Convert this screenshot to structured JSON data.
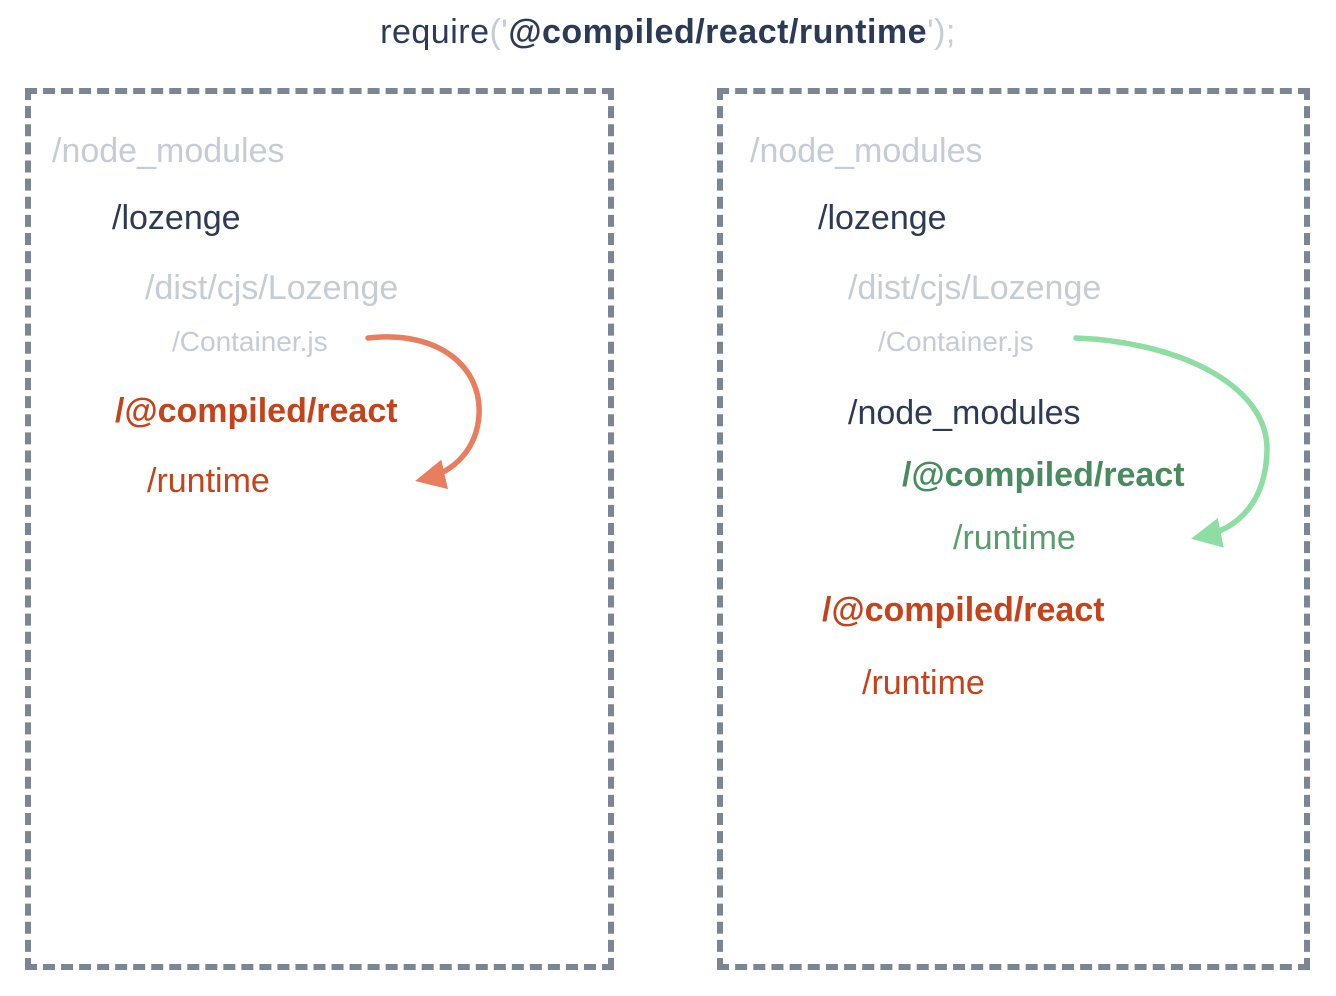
{
  "title": {
    "fn": "require",
    "open": "('",
    "module": "@compiled/react/runtime",
    "close": "');"
  },
  "left_panel": {
    "name": "resolution-fail",
    "rows": [
      {
        "text": "/node_modules"
      },
      {
        "text": "/lozenge"
      },
      {
        "text": "/dist/cjs/Lozenge"
      },
      {
        "text": "/Container.js"
      },
      {
        "text": "/@compiled/react"
      },
      {
        "text": "/runtime"
      }
    ]
  },
  "right_panel": {
    "name": "resolution-success",
    "rows": [
      {
        "text": "/node_modules"
      },
      {
        "text": "/lozenge"
      },
      {
        "text": "/dist/cjs/Lozenge"
      },
      {
        "text": "/Container.js"
      },
      {
        "text": "/node_modules"
      },
      {
        "text": "/@compiled/react"
      },
      {
        "text": "/runtime"
      },
      {
        "text": "/@compiled/react"
      },
      {
        "text": "/runtime"
      }
    ]
  },
  "arrows": [
    {
      "name": "resolve-arrow-fail",
      "from": "/Container.js",
      "to": "/runtime",
      "color": "#e87e5e"
    },
    {
      "name": "resolve-arrow-success",
      "from": "/Container.js",
      "to": "/runtime",
      "color": "#8edda3"
    }
  ],
  "colors": {
    "navy": "#2b3a55",
    "muted_gray": "#c6ccd6",
    "border_gray": "#7c8593",
    "red": "#c5431a",
    "green_dark": "#498a5e",
    "green": "#5a9c6b",
    "salmon_arrow": "#e87e5e",
    "green_arrow": "#8edda3"
  }
}
